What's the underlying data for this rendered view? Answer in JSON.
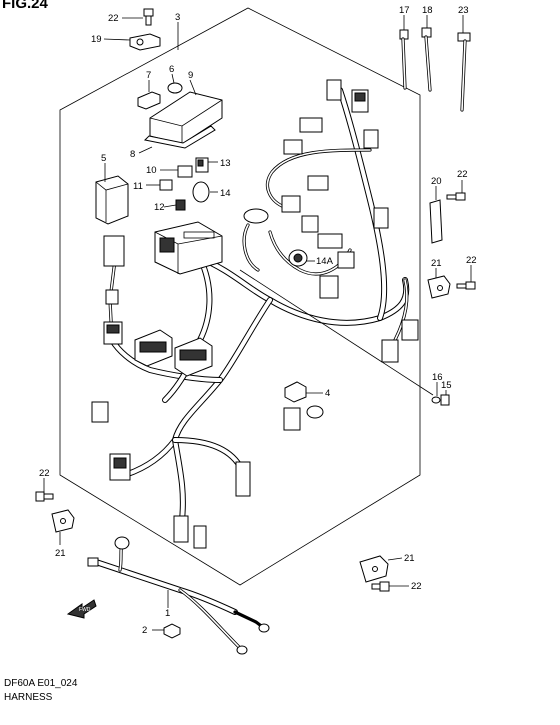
{
  "figure": {
    "title": "FIG.24",
    "model_code": "DF60A E01_024",
    "caption": "HARNESS"
  },
  "callouts": {
    "c22_top": "22",
    "c19": "19",
    "c3": "3",
    "c17": "17",
    "c18": "18",
    "c23": "23",
    "c7": "7",
    "c6": "6",
    "c9": "9",
    "c8": "8",
    "c5": "5",
    "c10": "10",
    "c13": "13",
    "c11": "11",
    "c14": "14",
    "c12": "12",
    "c20": "20",
    "c22_r1": "22",
    "c21_r": "21",
    "c22_r2": "22",
    "c14a": "14A",
    "c4": "4",
    "c16": "16",
    "c15": "15",
    "c22_l": "22",
    "c21_l": "21",
    "c21_br": "21",
    "c22_br": "22",
    "c1": "1",
    "c2": "2"
  },
  "fwd_arrow_label": "FWD"
}
